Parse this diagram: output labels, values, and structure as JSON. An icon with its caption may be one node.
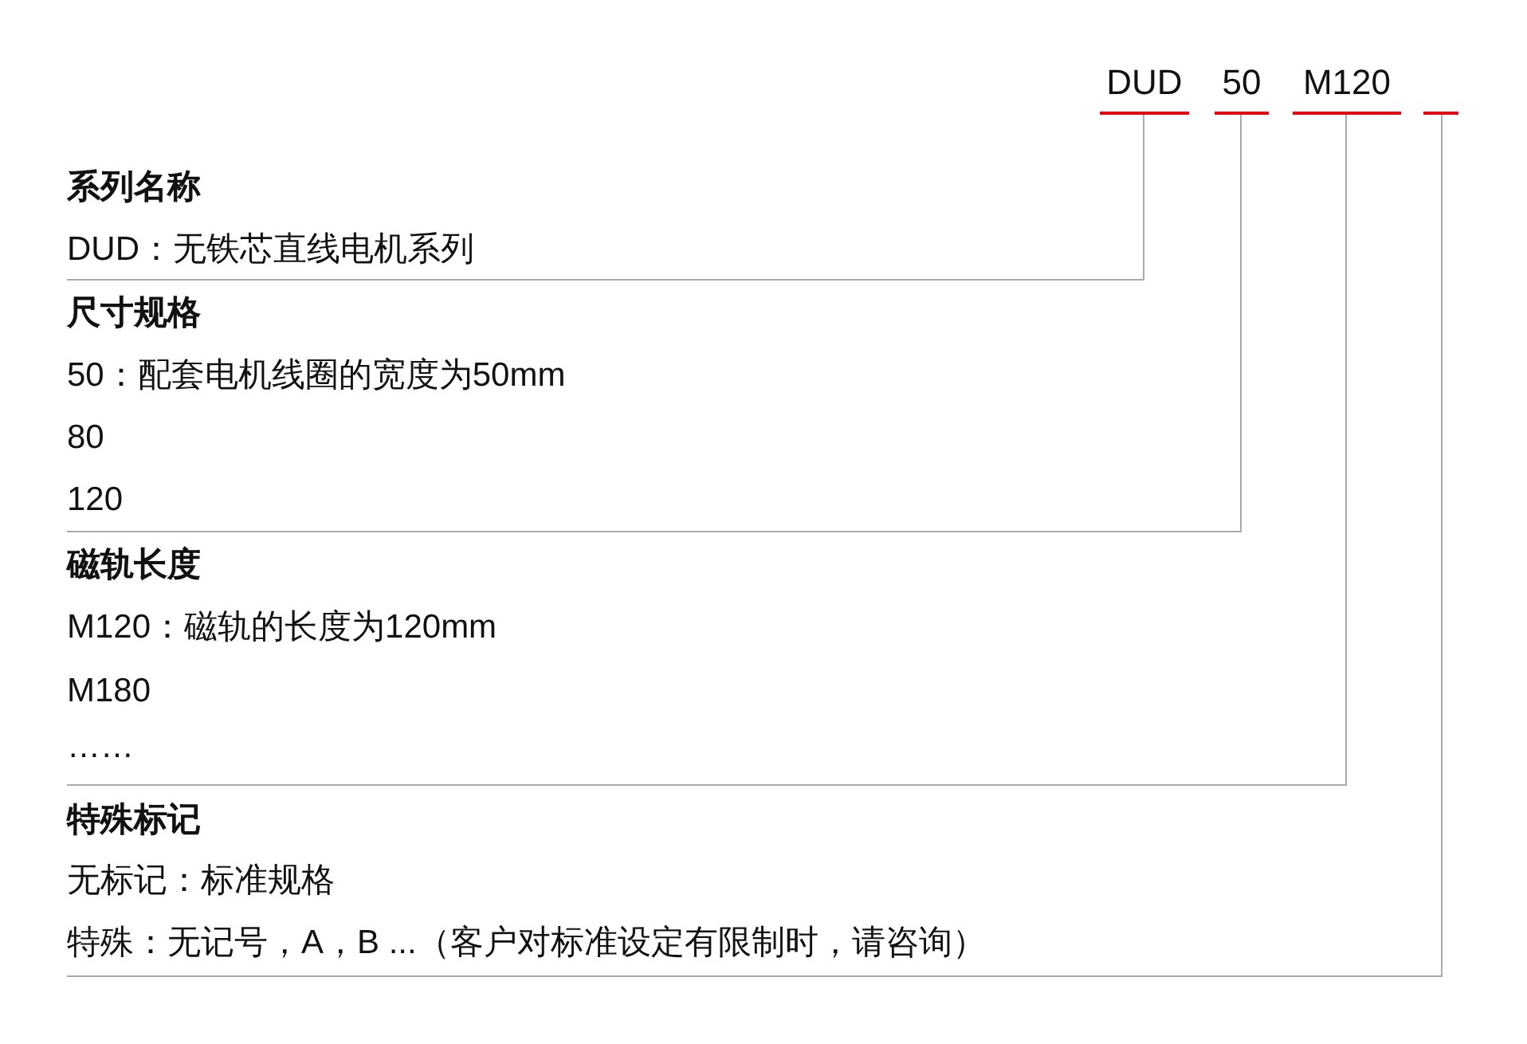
{
  "diagram": {
    "nodes": [
      {
        "text": [
          "DUD"
        ]
      },
      {
        "text": [
          "50"
        ]
      },
      {
        "text": [
          "M120"
        ]
      },
      {
        "text": [],
        "shape": "bar"
      },
      {
        "text": [
          "系列名称",
          "DUD：无铁芯直线电机系列"
        ]
      },
      {
        "text": [
          "尺寸规格",
          "50：配套电机线圈的宽度为50mm",
          "80",
          "120"
        ]
      },
      {
        "text": [
          "磁轨长度",
          "M120：磁轨的长度为120mm",
          "M180",
          "……"
        ]
      },
      {
        "text": [
          "特殊标记",
          "无标记：标准规格",
          "特殊：无记号，A，B ...（客户对标准设定有限制时，请咨询）"
        ]
      }
    ],
    "edges": [
      {
        "from": 0,
        "to": 4,
        "arrow": "none"
      },
      {
        "from": 1,
        "to": 5,
        "arrow": "none"
      },
      {
        "from": 2,
        "to": 6,
        "arrow": "none"
      },
      {
        "from": 3,
        "to": 7,
        "arrow": "none"
      }
    ]
  }
}
